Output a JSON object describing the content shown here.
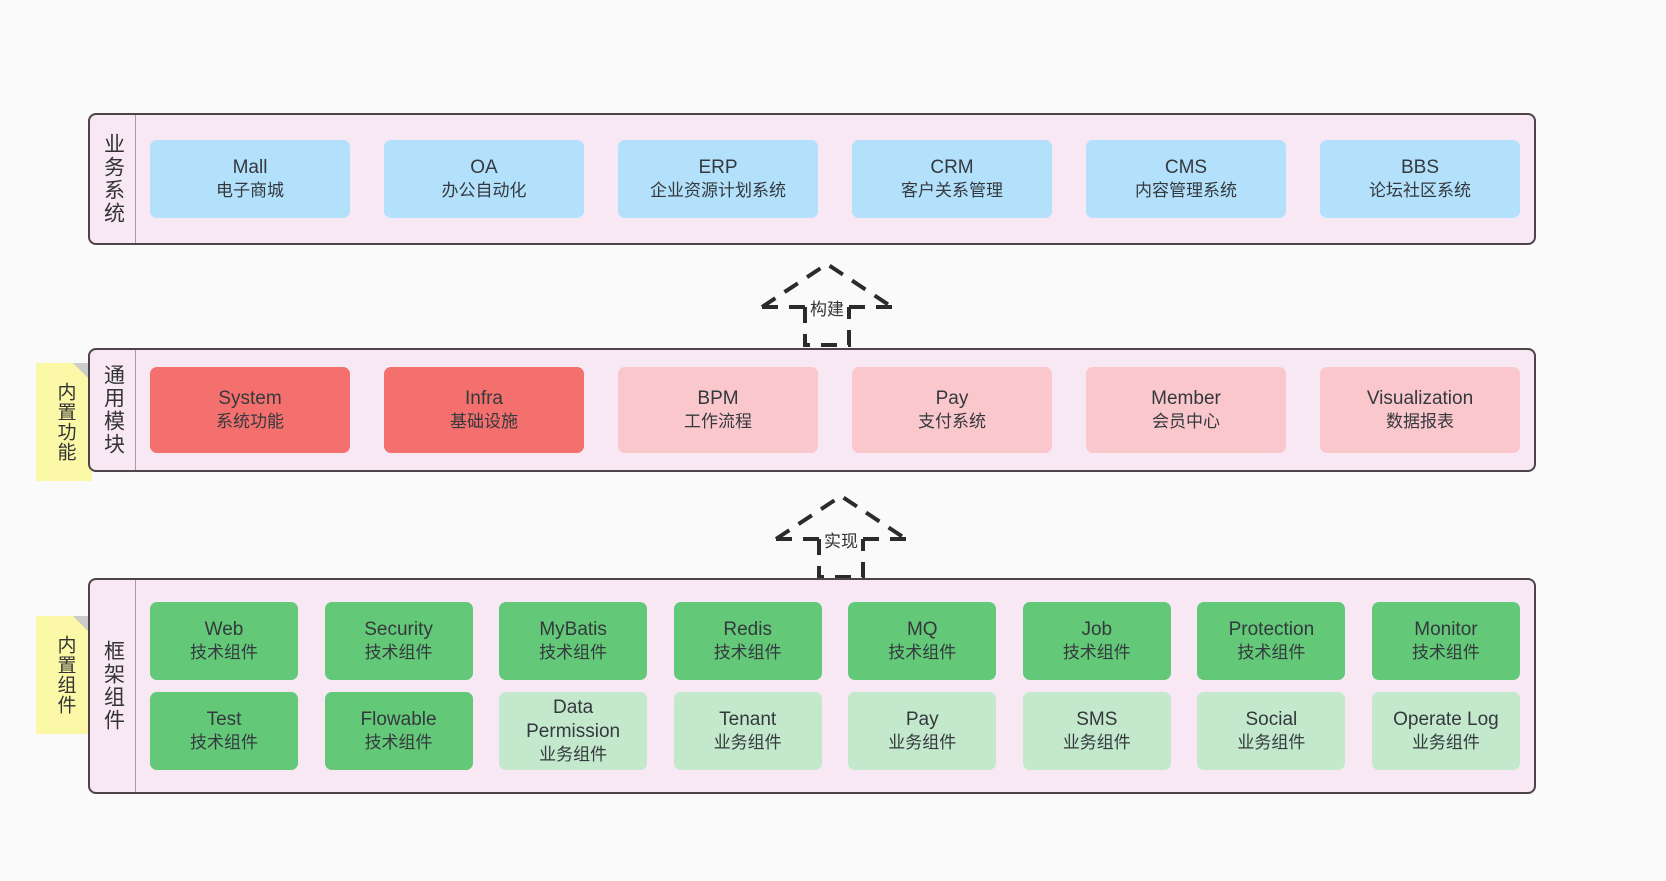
{
  "diagram": {
    "background_color": "#fafafa",
    "band_color": "#f8e8f3",
    "band_border_color": "#4c4449",
    "sticky_color": "#fbf8a8"
  },
  "layers": [
    {
      "id": "business-system",
      "title": "业务系统",
      "sticky": null,
      "rows": [
        {
          "nodes": [
            {
              "title": "Mall",
              "sub": "电子商城",
              "color": "blue",
              "hex": "#b3e0fb"
            },
            {
              "title": "OA",
              "sub": "办公自动化",
              "color": "blue",
              "hex": "#b3e0fb"
            },
            {
              "title": "ERP",
              "sub": "企业资源计划系统",
              "color": "blue",
              "hex": "#b3e0fb"
            },
            {
              "title": "CRM",
              "sub": "客户关系管理",
              "color": "blue",
              "hex": "#b3e0fb"
            },
            {
              "title": "CMS",
              "sub": "内容管理系统",
              "color": "blue",
              "hex": "#b3e0fb"
            },
            {
              "title": "BBS",
              "sub": "论坛社区系统",
              "color": "blue",
              "hex": "#b3e0fb"
            }
          ]
        }
      ]
    },
    {
      "id": "common-module",
      "title": "通用模块",
      "sticky": "内置功能",
      "rows": [
        {
          "nodes": [
            {
              "title": "System",
              "sub": "系统功能",
              "color": "red",
              "hex": "#f4706e"
            },
            {
              "title": "Infra",
              "sub": "基础设施",
              "color": "red",
              "hex": "#f4706e"
            },
            {
              "title": "BPM",
              "sub": "工作流程",
              "color": "pink",
              "hex": "#fac7cd"
            },
            {
              "title": "Pay",
              "sub": "支付系统",
              "color": "pink",
              "hex": "#fac7cd"
            },
            {
              "title": "Member",
              "sub": "会员中心",
              "color": "pink",
              "hex": "#fac7cd"
            },
            {
              "title": "Visualization",
              "sub": "数据报表",
              "color": "pink",
              "hex": "#fac7cd"
            }
          ]
        }
      ]
    },
    {
      "id": "framework-component",
      "title": "框架组件",
      "sticky": "内置组件",
      "rows": [
        {
          "nodes": [
            {
              "title": "Web",
              "sub": "技术组件",
              "color": "green",
              "hex": "#63c878"
            },
            {
              "title": "Security",
              "sub": "技术组件",
              "color": "green",
              "hex": "#63c878"
            },
            {
              "title": "MyBatis",
              "sub": "技术组件",
              "color": "green",
              "hex": "#63c878"
            },
            {
              "title": "Redis",
              "sub": "技术组件",
              "color": "green",
              "hex": "#63c878"
            },
            {
              "title": "MQ",
              "sub": "技术组件",
              "color": "green",
              "hex": "#63c878"
            },
            {
              "title": "Job",
              "sub": "技术组件",
              "color": "green",
              "hex": "#63c878"
            },
            {
              "title": "Protection",
              "sub": "技术组件",
              "color": "green",
              "hex": "#63c878"
            },
            {
              "title": "Monitor",
              "sub": "技术组件",
              "color": "green",
              "hex": "#63c878"
            }
          ]
        },
        {
          "nodes": [
            {
              "title": "Test",
              "sub": "技术组件",
              "color": "green",
              "hex": "#63c878"
            },
            {
              "title": "Flowable",
              "sub": "技术组件",
              "color": "green",
              "hex": "#63c878"
            },
            {
              "title": "Data Permission",
              "sub": "业务组件",
              "color": "lgreen",
              "hex": "#c3e8cc"
            },
            {
              "title": "Tenant",
              "sub": "业务组件",
              "color": "lgreen",
              "hex": "#c3e8cc"
            },
            {
              "title": "Pay",
              "sub": "业务组件",
              "color": "lgreen",
              "hex": "#c3e8cc"
            },
            {
              "title": "SMS",
              "sub": "业务组件",
              "color": "lgreen",
              "hex": "#c3e8cc"
            },
            {
              "title": "Social",
              "sub": "业务组件",
              "color": "lgreen",
              "hex": "#c3e8cc"
            },
            {
              "title": "Operate Log",
              "sub": "业务组件",
              "color": "lgreen",
              "hex": "#c3e8cc"
            }
          ]
        }
      ]
    }
  ],
  "connectors": [
    {
      "id": "build",
      "label": "构建",
      "from": "common-module",
      "to": "business-system"
    },
    {
      "id": "implement",
      "label": "实现",
      "from": "framework-component",
      "to": "common-module"
    }
  ]
}
